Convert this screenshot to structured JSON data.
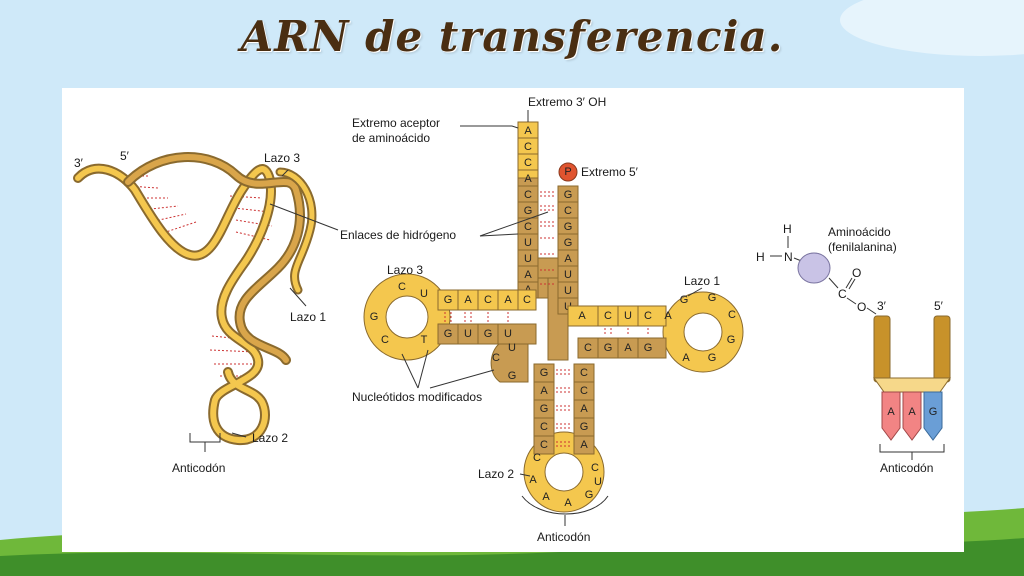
{
  "title": "ARN de transferencia.",
  "colors": {
    "sky": "#cfe9f9",
    "grass": "#6fb83a",
    "grass_dark": "#3f8f2a",
    "strand_fill": "#f4c74e",
    "strand_dark": "#c89b52",
    "strand_edge": "#8a6a2e",
    "hbond": "#cc3333",
    "phosphate": "#e0542f",
    "amino_acid": "#c9c3e6",
    "anticodon_red": "#f28484",
    "anticodon_blue": "#6a9ed6",
    "schematic_arm": "#c8922a"
  },
  "left_structure": {
    "end_3": "3′",
    "end_5": "5′",
    "loop3": "Lazo 3",
    "loop1": "Lazo 1",
    "loop2": "Lazo 2",
    "anticodon": "Anticodón"
  },
  "center_structure": {
    "hbonds": "Enlaces de hidrógeno",
    "acceptor_line1": "Extremo aceptor",
    "acceptor_line2": "de aminoácido",
    "end_3_oh": "Extremo 3′ OH",
    "phosphate_symbol": "P",
    "end_5": "Extremo 5′",
    "loop3": "Lazo 3",
    "loop1": "Lazo 1",
    "loop2": "Lazo 2",
    "modified": "Nucleótidos modificados",
    "anticodon": "Anticodón",
    "acceptor_3prime": [
      "A",
      "C",
      "C",
      "A",
      "C",
      "G",
      "C",
      "U",
      "U",
      "A",
      "A"
    ],
    "acceptor_5prime": [
      "G",
      "C",
      "G",
      "G",
      "A",
      "U",
      "U",
      "U"
    ],
    "d_arm_top": [
      "G",
      "A",
      "C",
      "A",
      "C"
    ],
    "d_arm_bottom": [
      "G",
      "U",
      "G",
      "U"
    ],
    "d_loop": [
      "C",
      "U",
      "G",
      "C",
      "T"
    ],
    "t_arm_top": [
      "A",
      "C",
      "U",
      "C"
    ],
    "t_arm_bottom": [
      "C",
      "G",
      "A",
      "G"
    ],
    "t_loop": [
      "A",
      "G",
      "G",
      "C",
      "G",
      "G",
      "A"
    ],
    "anti_left": [
      "G",
      "A",
      "G",
      "C",
      "C"
    ],
    "anti_right": [
      "C",
      "C",
      "A",
      "G",
      "A"
    ],
    "anti_loop": [
      "C",
      "U",
      "G",
      "A",
      "A",
      "A",
      "C"
    ],
    "junction": [
      "U",
      "C",
      "G"
    ]
  },
  "right_structure": {
    "h1": "H",
    "h2": "H",
    "n": "N",
    "c": "C",
    "o1": "O",
    "o2": "O",
    "amino_line1": "Aminoácido",
    "amino_line2": "(fenilalanina)",
    "end_3": "3′",
    "end_5": "5′",
    "anticodon_bases": [
      "A",
      "A",
      "G"
    ],
    "anticodon": "Anticodón"
  }
}
